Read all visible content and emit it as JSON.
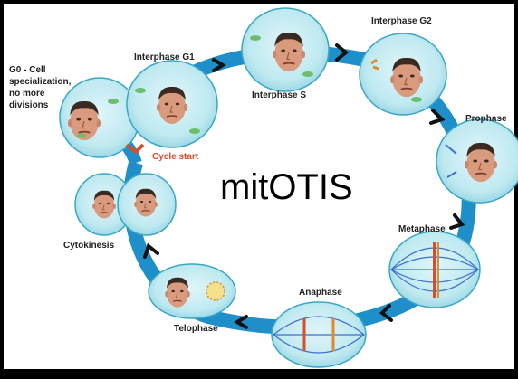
{
  "title": "mitOTIS",
  "stages": {
    "g0": "G0 - Cell specialization, no more divisions",
    "g0_lines": [
      "G0 - Cell",
      "specialization,",
      "no more",
      "divisions"
    ],
    "interphase_g1": "Interphase G1",
    "interphase_s": "Interphase S",
    "interphase_g2": "Interphase G2",
    "prophase": "Prophase",
    "metaphase": "Metaphase",
    "anaphase": "Anaphase",
    "telophase": "Telophase",
    "cytokinesis": "Cytokinesis",
    "cycle_start": "Cycle start"
  },
  "colors": {
    "ring": "#1f8fc9",
    "ring_dark": "#1770a6",
    "arrow": "#111111",
    "cell_fill": "#bfe9f0",
    "cell_edge": "#3aa7c6",
    "cycle_start": "#d4502a",
    "spindle": "#3b6fd0"
  }
}
